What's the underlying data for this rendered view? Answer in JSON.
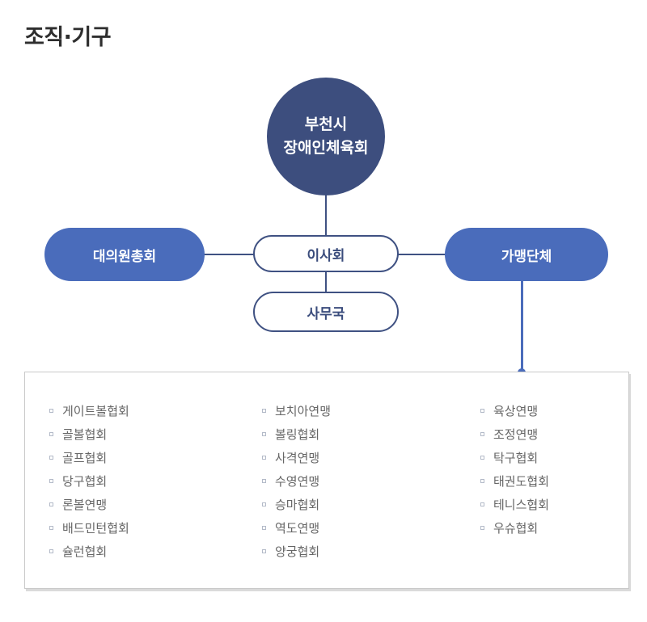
{
  "page": {
    "title": "조직·기구"
  },
  "org_chart": {
    "root": {
      "line1": "부천시",
      "line2": "장애인체육회"
    },
    "assembly_label": "대의원총회",
    "board_label": "이사회",
    "secretariat_label": "사무국",
    "affiliates_label": "가맹단체"
  },
  "affiliates": {
    "columns": [
      [
        "게이트볼협회",
        "골볼협회",
        "골프협회",
        "당구협회",
        "론볼연맹",
        "배드민턴협회",
        "슐런협회"
      ],
      [
        "보치아연맹",
        "볼링협회",
        "사격연맹",
        "수영연맹",
        "승마협회",
        "역도연맹",
        "양궁협회"
      ],
      [
        "육상연맹",
        "조정연맹",
        "탁구협회",
        "태권도협회",
        "테니스협회",
        "우슈협회"
      ]
    ]
  },
  "colors": {
    "root_circle": "#3d4e7e",
    "filled_pill": "#4a6cbb",
    "connector_navy": "#3f5182",
    "affiliate_connector": "#4a6cbb",
    "box_border": "#c9c9c9",
    "list_text": "#666666"
  }
}
